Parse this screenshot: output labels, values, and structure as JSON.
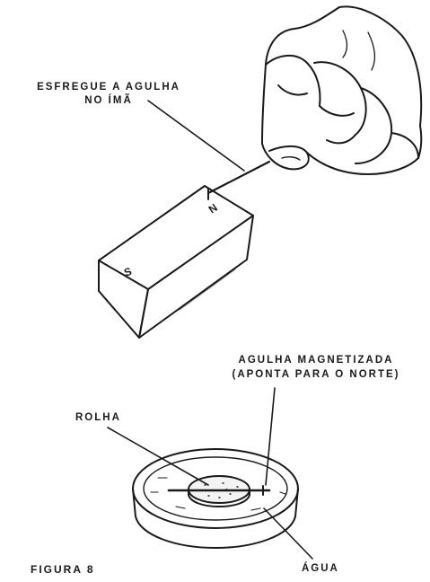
{
  "labels": {
    "rub_instruction_line1": "ESFREGUE A AGULHA",
    "rub_instruction_line2": "NO ÍMÃ",
    "magnet_north": "N",
    "magnet_south": "S",
    "magnetized_needle_line1": "AGULHA MAGNETIZADA",
    "magnetized_needle_line2": "(APONTA PARA O NORTE)",
    "cork": "ROLHA",
    "water": "ÁGUA",
    "figure_caption": "FIGURA 8"
  }
}
